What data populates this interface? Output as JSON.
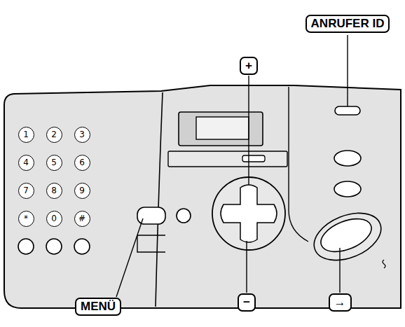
{
  "diagram": {
    "nodes": [
      {
        "text": [
          "ANRUFER ID"
        ]
      },
      {
        "text": [
          "+"
        ]
      },
      {
        "text": [
          "1"
        ]
      },
      {
        "text": [
          "2"
        ]
      },
      {
        "text": [
          "3"
        ]
      },
      {
        "text": [
          "4"
        ]
      },
      {
        "text": [
          "5"
        ]
      },
      {
        "text": [
          "6"
        ]
      },
      {
        "text": [
          "7"
        ]
      },
      {
        "text": [
          "8"
        ]
      },
      {
        "text": [
          "9"
        ]
      },
      {
        "text": [
          "*"
        ]
      },
      {
        "text": [
          "0"
        ]
      },
      {
        "text": [
          "#"
        ]
      },
      {
        "text": [
          "MENÜ"
        ]
      },
      {
        "text": [
          "−"
        ]
      },
      {
        "text": [
          "→"
        ]
      }
    ]
  }
}
